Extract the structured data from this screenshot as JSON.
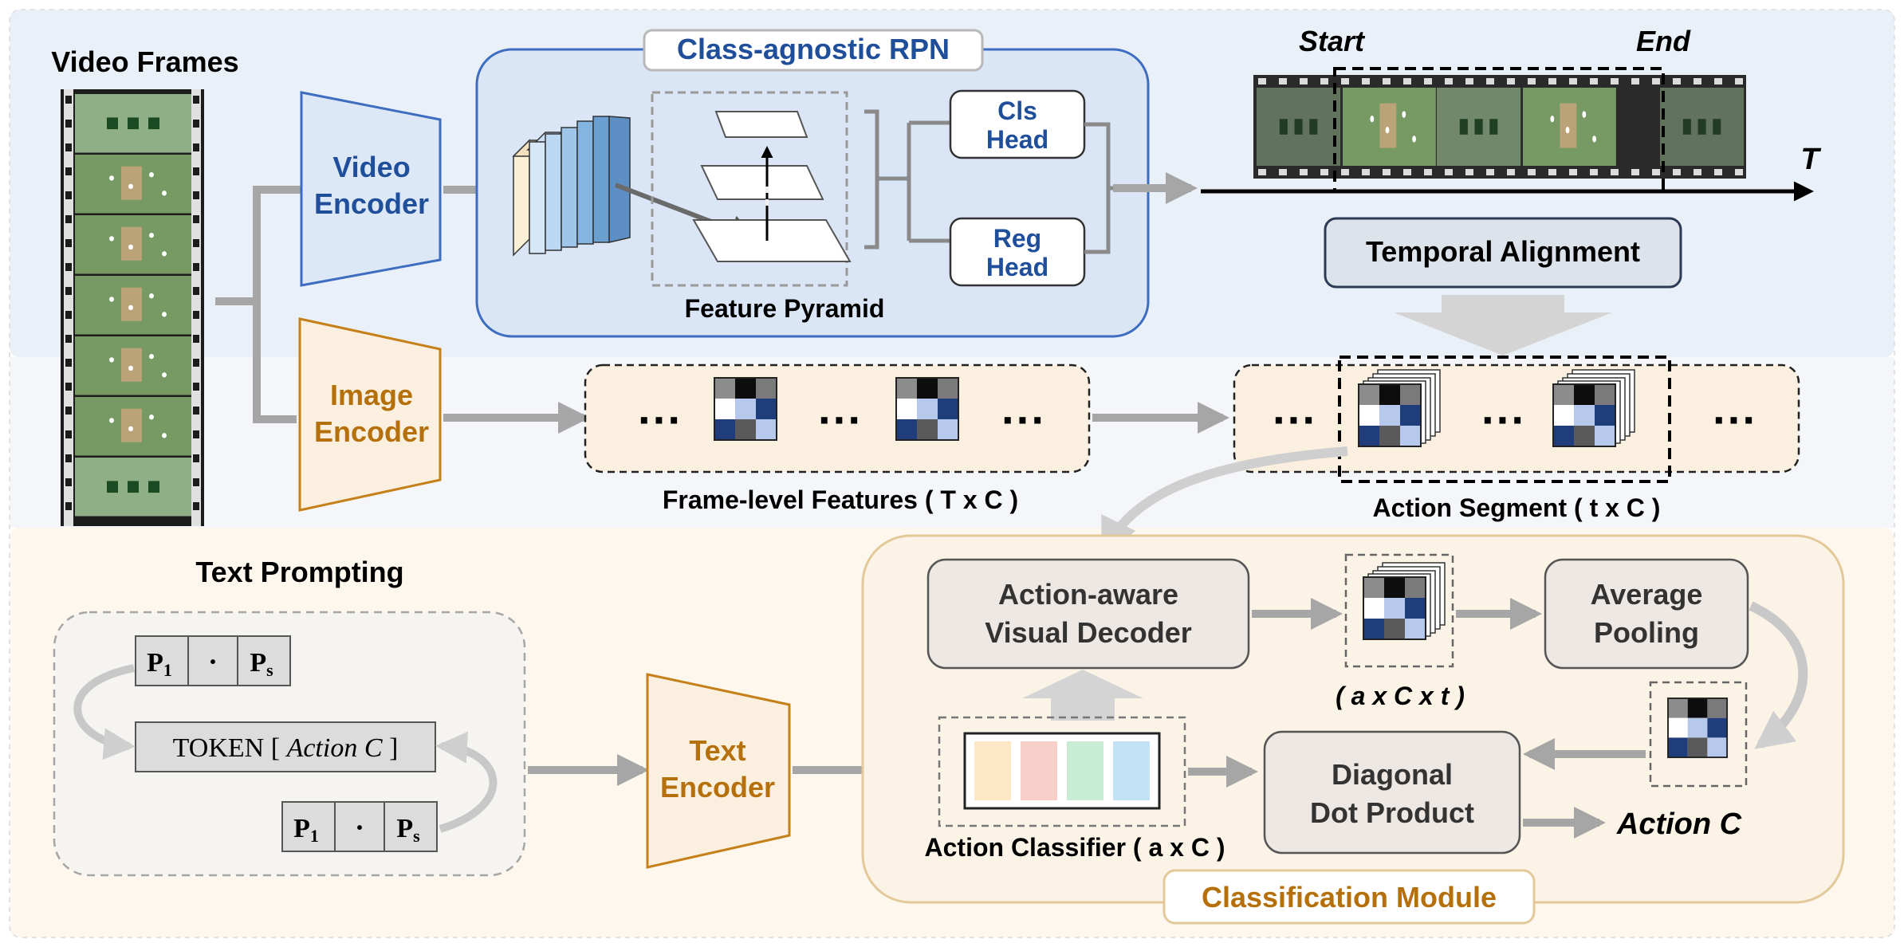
{
  "labels": {
    "video_frames": "Video Frames",
    "video_encoder_1": "Video",
    "video_encoder_2": "Encoder",
    "image_encoder_1": "Image",
    "image_encoder_2": "Encoder",
    "rpn_title": "Class-agnostic RPN",
    "feature_pyramid": "Feature Pyramid",
    "cls_head_1": "Cls",
    "cls_head_2": "Head",
    "reg_head_1": "Reg",
    "reg_head_2": "Head",
    "start": "Start",
    "end": "End",
    "time_axis": "T",
    "temporal_alignment": "Temporal Alignment",
    "frame_level_features": "Frame-level Features  ( T x C )",
    "action_segment": "Action Segment  ( t x C )",
    "ellipsis": "···",
    "text_prompting": "Text Prompting",
    "p1": "P",
    "p1_sub": "1",
    "dot": "·",
    "ps": "P",
    "ps_sub": "s",
    "token_prefix": "TOKEN [",
    "token_action": "Action C",
    "token_suffix": "]",
    "text_encoder_1": "Text",
    "text_encoder_2": "Encoder",
    "decoder_1": "Action-aware",
    "decoder_2": "Visual Decoder",
    "dims_axct": "( a x C x t )",
    "pooling_1": "Average",
    "pooling_2": "Pooling",
    "action_classifier": "Action Classifier ( a x C )",
    "dot_product_1": "Diagonal",
    "dot_product_2": "Dot Product",
    "action_c": "Action C",
    "classification_module": "Classification Module"
  },
  "colors": {
    "blue_accent": "#1f4e9a",
    "orange_accent": "#b5700c",
    "arrow_gray": "#a6a6a6",
    "blue_panel": "#dde8f7",
    "orange_panel": "#fbf0df"
  }
}
